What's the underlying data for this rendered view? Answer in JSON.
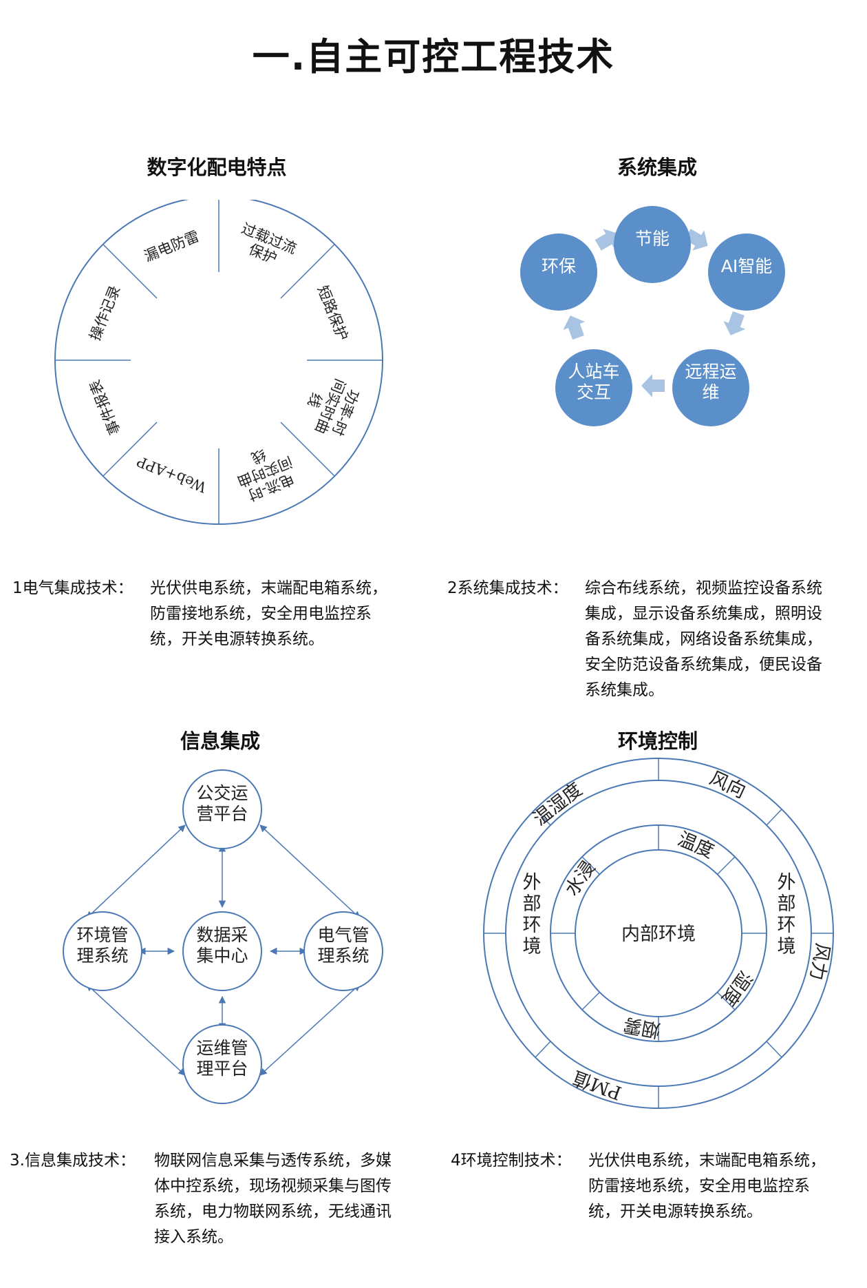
{
  "title": "一.自主可控工程技术",
  "digital": {
    "title": "数字化配电特点",
    "segments": [
      "漏电防雷",
      "过载过流保护",
      "短路保护",
      "功率-时间实时曲线",
      "电流-时间实时曲线",
      "Web+APP",
      "事件报表",
      "操作记录"
    ],
    "seg_lines": {
      "s0": [
        "漏电防雷"
      ],
      "s1": [
        "过载过流",
        "保护"
      ],
      "s2": [
        "短路保护"
      ],
      "s3": [
        "功率-时",
        "间实时曲",
        "线"
      ],
      "s4": [
        "电流-时",
        "间实时曲",
        "线"
      ],
      "s5": [
        "Web+APP"
      ],
      "s6": [
        "事件报表"
      ],
      "s7": [
        "操作记录"
      ]
    }
  },
  "system": {
    "title": "系统集成",
    "nodes": [
      "节能",
      "AI智能",
      "远程运维",
      "人站车交互",
      "环保"
    ],
    "node_lines": {
      "n0": [
        "节能"
      ],
      "n1": [
        "AI智能"
      ],
      "n2": [
        "远程运",
        "维"
      ],
      "n3": [
        "人站车",
        "交互"
      ],
      "n4": [
        "环保"
      ]
    },
    "colors": {
      "bubble": "#5b8fc9",
      "arrow": "#a9c4e3"
    }
  },
  "desc1": {
    "label": "1电气集成技术：",
    "lines": [
      "光伏供电系统，末端配电箱系统，",
      "防雷接地系统，安全用电监控系",
      "统，开关电源转换系统。"
    ]
  },
  "desc2": {
    "label": "2系统集成技术：",
    "lines": [
      "综合布线系统，视频监控设备系统",
      "集成，显示设备系统集成，照明设",
      "备系统集成，网络设备系统集成，",
      "安全防范设备系统集成，便民设备",
      "系统集成。"
    ]
  },
  "info": {
    "title": "信息集成",
    "nodes": {
      "top": [
        "公交运",
        "营平台"
      ],
      "left": [
        "环境管",
        "理系统"
      ],
      "center": [
        "数据采",
        "集中心"
      ],
      "right": [
        "电气管",
        "理系统"
      ],
      "bottom": [
        "运维管",
        "理平台"
      ]
    },
    "colors": {
      "stroke": "#4a78b5"
    }
  },
  "env": {
    "title": "环境控制",
    "center": "内部环境",
    "inner_ring": [
      "温度",
      "湿度",
      "烟雾",
      "水浸"
    ],
    "middle_label_left": [
      "外",
      "部",
      "环",
      "境"
    ],
    "middle_label_right": [
      "外",
      "部",
      "环",
      "境"
    ],
    "outer_ring": [
      "风向",
      "风力",
      "PM值",
      "温湿度"
    ],
    "colors": {
      "stroke": "#4a78b5"
    }
  },
  "desc3": {
    "label": "3.信息集成技术：",
    "lines": [
      "物联网信息采集与透传系统，多媒",
      "体中控系统，现场视频采集与图传",
      "系统，电力物联网系统，无线通讯",
      "接入系统。"
    ]
  },
  "desc4": {
    "label": "4环境控制技术：",
    "lines": [
      "光伏供电系统，末端配电箱系统，",
      "防雷接地系统，安全用电监控系",
      "统，开关电源转换系统。"
    ]
  }
}
